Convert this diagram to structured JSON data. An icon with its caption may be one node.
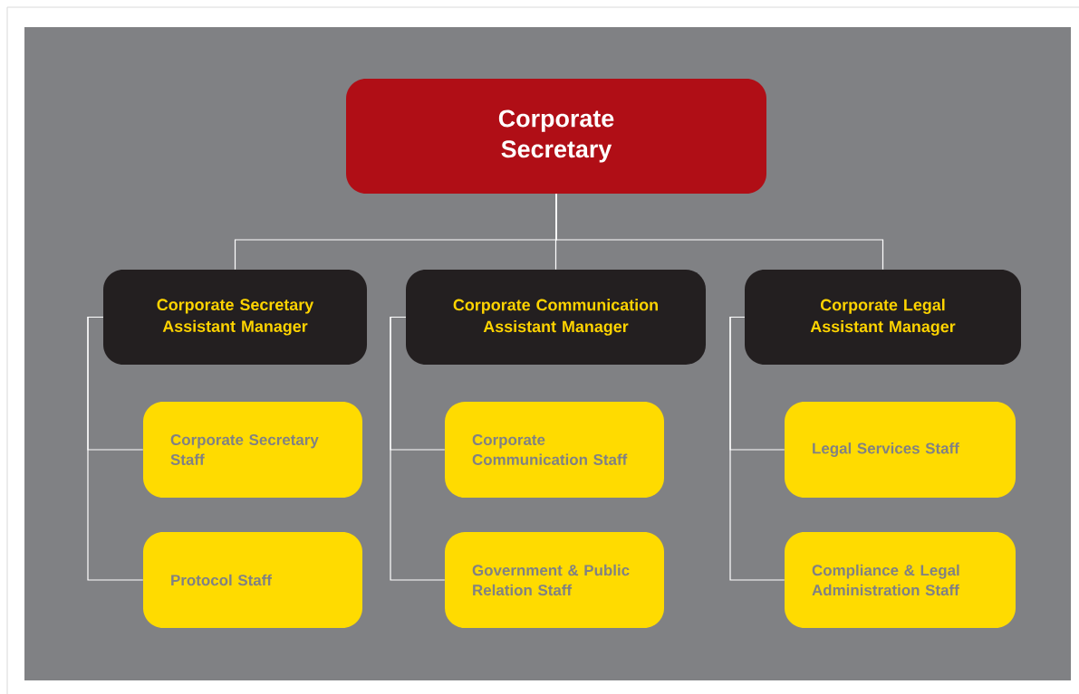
{
  "diagram": {
    "nodes": [
      {
        "text": [
          "Corporate Secretary"
        ]
      },
      {
        "text": [
          "Corporate Secretary Assistant Manager"
        ]
      },
      {
        "text": [
          "Corporate Communication Assistant Manager"
        ]
      },
      {
        "text": [
          "Corporate Legal Assistant Manager"
        ]
      },
      {
        "text": [
          "Corporate Secretary Staff"
        ]
      },
      {
        "text": [
          "Protocol Staff"
        ]
      },
      {
        "text": [
          "Corporate Communication Staff"
        ]
      },
      {
        "text": [
          "Government & Public Relation Staff"
        ]
      },
      {
        "text": [
          "Legal Services Staff"
        ]
      },
      {
        "text": [
          "Compliance & Legal Administration Staff"
        ]
      }
    ],
    "edges": [
      {
        "from": 0,
        "to": 1,
        "arrow": "none"
      },
      {
        "from": 0,
        "to": 2,
        "arrow": "none"
      },
      {
        "from": 0,
        "to": 3,
        "arrow": "none"
      },
      {
        "from": 1,
        "to": 4,
        "arrow": "none"
      },
      {
        "from": 1,
        "to": 5,
        "arrow": "none"
      },
      {
        "from": 2,
        "to": 6,
        "arrow": "none"
      },
      {
        "from": 2,
        "to": 7,
        "arrow": "none"
      },
      {
        "from": 3,
        "to": 8,
        "arrow": "none"
      },
      {
        "from": 3,
        "to": 9,
        "arrow": "none"
      }
    ]
  }
}
